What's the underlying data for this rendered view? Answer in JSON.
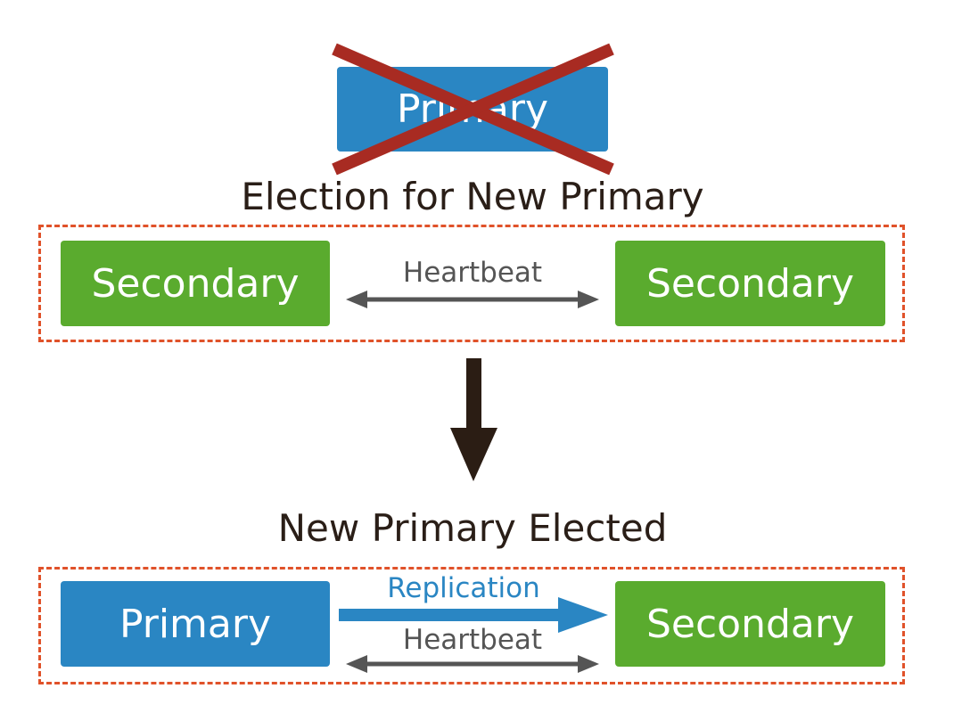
{
  "colors": {
    "primary": "#2a86c3",
    "secondary": "#5aab2e",
    "cross": "#a82b22",
    "dashed_border": "#e0522a",
    "heartbeat": "#555555",
    "down_arrow": "#2b1d14"
  },
  "failed_node": {
    "label": "Primary"
  },
  "election": {
    "title": "Election for New Primary",
    "left_node": "Secondary",
    "right_node": "Secondary",
    "link_label": "Heartbeat"
  },
  "elected": {
    "title": "New Primary Elected",
    "left_node": "Primary",
    "right_node": "Secondary",
    "replication_label": "Replication",
    "heartbeat_label": "Heartbeat"
  }
}
